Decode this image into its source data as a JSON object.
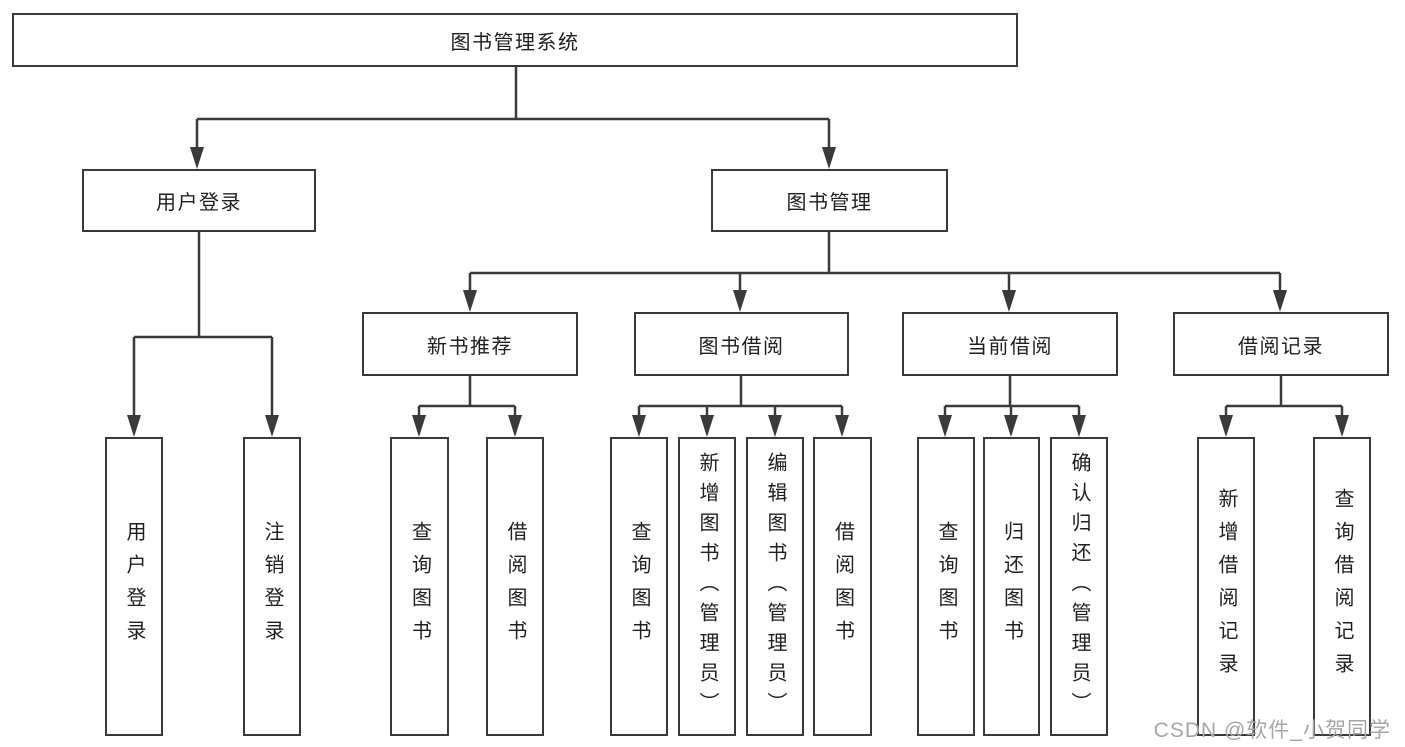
{
  "diagram": {
    "root": {
      "label": "图书管理系统"
    },
    "level2": [
      {
        "label": "用户登录"
      },
      {
        "label": "图书管理"
      }
    ],
    "level3": [
      {
        "label": "新书推荐",
        "parent": "图书管理"
      },
      {
        "label": "图书借阅",
        "parent": "图书管理"
      },
      {
        "label": "当前借阅",
        "parent": "图书管理"
      },
      {
        "label": "借阅记录",
        "parent": "图书管理"
      }
    ],
    "level4": [
      {
        "label": "用户登录",
        "parent": "用户登录"
      },
      {
        "label": "注销登录",
        "parent": "用户登录"
      },
      {
        "label": "查询图书",
        "parent": "新书推荐"
      },
      {
        "label": "借阅图书",
        "parent": "新书推荐"
      },
      {
        "label": "查询图书",
        "parent": "图书借阅"
      },
      {
        "label": "新增图书（管理员）",
        "parent": "图书借阅"
      },
      {
        "label": "编辑图书（管理员）",
        "parent": "图书借阅"
      },
      {
        "label": "借阅图书",
        "parent": "图书借阅"
      },
      {
        "label": "查询图书",
        "parent": "当前借阅"
      },
      {
        "label": "归还图书",
        "parent": "当前借阅"
      },
      {
        "label": "确认归还（管理员）",
        "parent": "当前借阅"
      },
      {
        "label": "新增借阅记录",
        "parent": "借阅记录"
      },
      {
        "label": "查询借阅记录",
        "parent": "借阅记录"
      }
    ],
    "colors": {
      "line": "#3a3a3a",
      "text": "#1f1f1f",
      "box_background": "#ffffff",
      "watermark": "#a5a5a5",
      "background": "#ffffff"
    }
  },
  "watermark": {
    "text": "CSDN @软件_小贺同学"
  }
}
